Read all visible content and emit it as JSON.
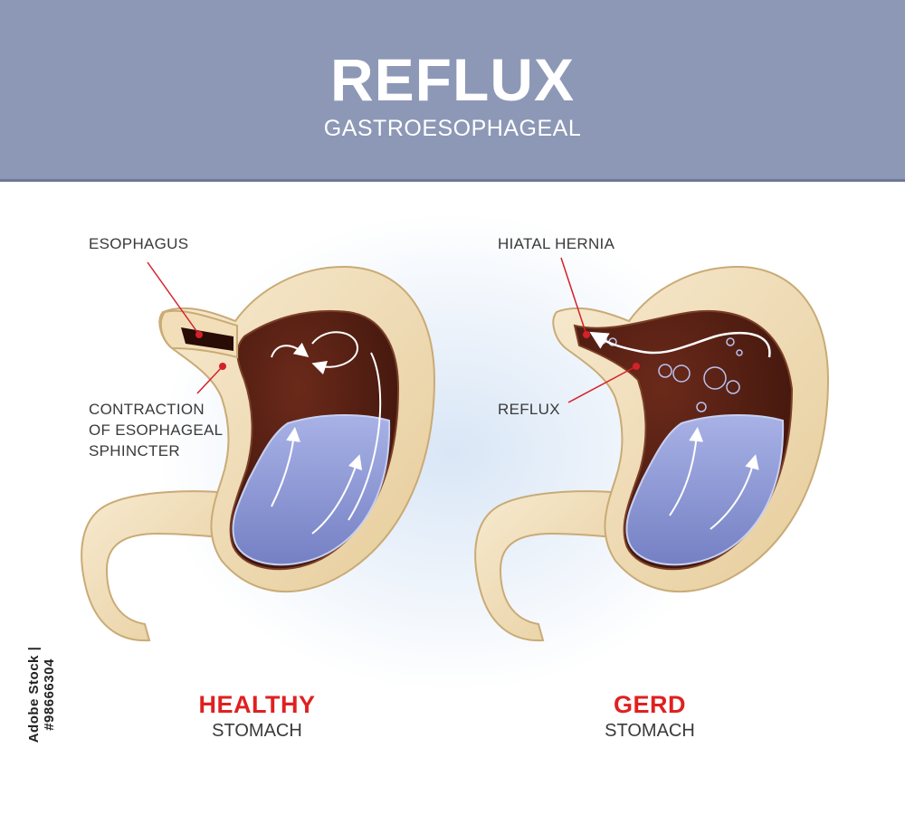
{
  "header": {
    "title": "REFLUX",
    "subtitle": "GASTROESOPHAGEAL"
  },
  "healthy": {
    "label_esophagus": "ESOPHAGUS",
    "label_sphincter": "CONTRACTION\nOF ESOPHAGEAL\nSPHINCTER",
    "caption_main": "HEALTHY",
    "caption_sub": "STOMACH"
  },
  "gerd": {
    "label_hernia": "HIATAL HERNIA",
    "label_reflux": "REFLUX",
    "caption_main": "GERD",
    "caption_sub": "STOMACH"
  },
  "watermark": {
    "side_text": "Adobe Stock | #98666304"
  },
  "colors": {
    "header": "#8c98b6",
    "caption_red": "#e02020",
    "pointer_red": "#d6202a",
    "wall": "#efd9b0",
    "lumen": "#4a1c12",
    "liquid": "#8e9ad6"
  }
}
